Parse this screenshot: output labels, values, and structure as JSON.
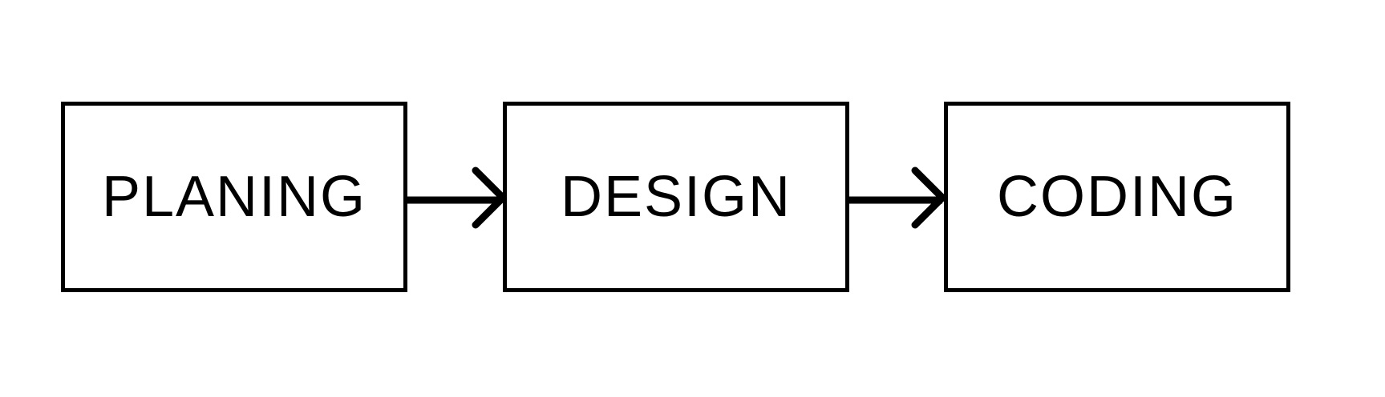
{
  "diagram": {
    "type": "flowchart",
    "direction": "left-to-right",
    "nodes": [
      {
        "label": "PLANING"
      },
      {
        "label": "DESIGN"
      },
      {
        "label": "CODING"
      }
    ],
    "edges": [
      {
        "from": "PLANING",
        "to": "DESIGN"
      },
      {
        "from": "DESIGN",
        "to": "CODING"
      }
    ],
    "colors": {
      "stroke": "#000000",
      "background": "#ffffff"
    }
  }
}
